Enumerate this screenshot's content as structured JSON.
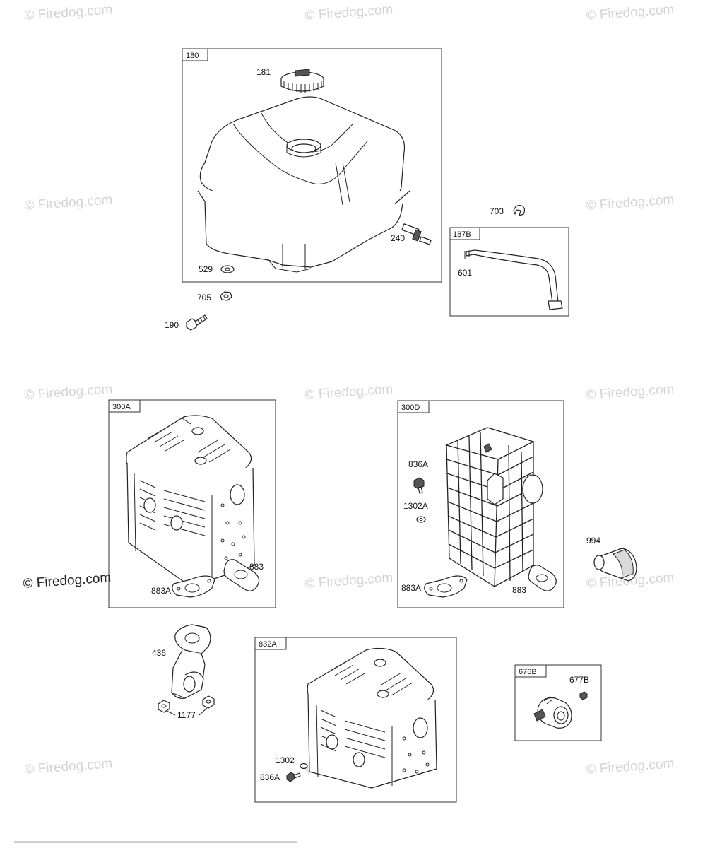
{
  "watermark": {
    "text": "© Firedog.com"
  },
  "boxes": {
    "b180": "180",
    "b187B": "187B",
    "b300A": "300A",
    "b300D": "300D",
    "b832A": "832A",
    "b676B": "676B"
  },
  "labels": {
    "p181": "181",
    "p240": "240",
    "p529": "529",
    "p705": "705",
    "p190": "190",
    "p703": "703",
    "p601": "601",
    "p883_a": "883",
    "p883A_a": "883A",
    "p836A_d": "836A",
    "p1302A_d": "1302A",
    "p883A_d": "883A",
    "p883_d": "883",
    "p994": "994",
    "p436": "436",
    "p1177": "1177",
    "p1302_c": "1302",
    "p836A_c": "836A",
    "p677B": "677B"
  }
}
